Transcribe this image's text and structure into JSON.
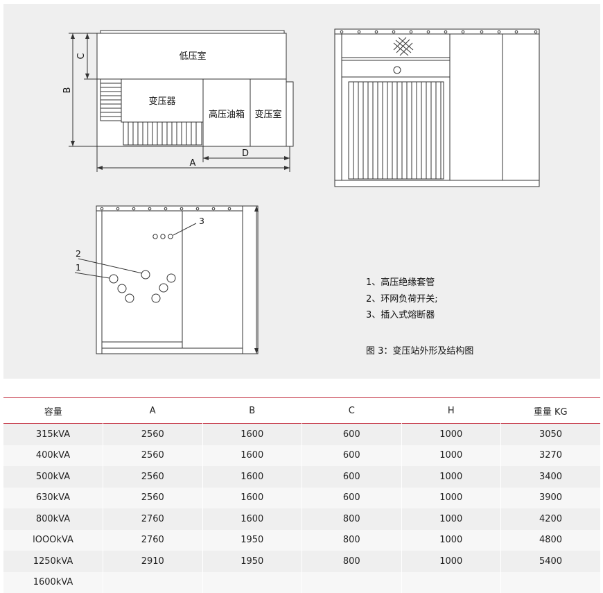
{
  "figure": {
    "side_view": {
      "low_voltage_room": "低压室",
      "transformer": "变压器",
      "hv_oil_tank": "高压油箱",
      "transformer_room": "变压室",
      "dim_a": "A",
      "dim_b": "B",
      "dim_c": "C",
      "dim_d": "D"
    },
    "top_view": {
      "callout_1": "1",
      "callout_2": "2",
      "callout_3": "3"
    },
    "legend": [
      "1、高压绝缘套管",
      "2、环网负荷开关;",
      "3、插入式熔断器"
    ],
    "caption": "图 3：变压站外形及结构图"
  },
  "table": {
    "headers": [
      "容量",
      "A",
      "B",
      "C",
      "H",
      "重量 KG"
    ],
    "rows": [
      [
        "315kVA",
        "2560",
        "1600",
        "600",
        "1000",
        "3050"
      ],
      [
        "400kVA",
        "2560",
        "1600",
        "600",
        "1000",
        "3270"
      ],
      [
        "500kVA",
        "2560",
        "1600",
        "600",
        "1000",
        "3400"
      ],
      [
        "630kVA",
        "2560",
        "1600",
        "600",
        "1000",
        "3900"
      ],
      [
        "800kVA",
        "2760",
        "1600",
        "800",
        "1000",
        "4200"
      ],
      [
        "lOOOkVA",
        "2760",
        "1950",
        "800",
        "1000",
        "4800"
      ],
      [
        "1250kVA",
        "2910",
        "1950",
        "800",
        "1000",
        "5400"
      ],
      [
        "1600kVA",
        "",
        "",
        "",
        "",
        ""
      ]
    ],
    "accent_color": "#c63a4a"
  }
}
